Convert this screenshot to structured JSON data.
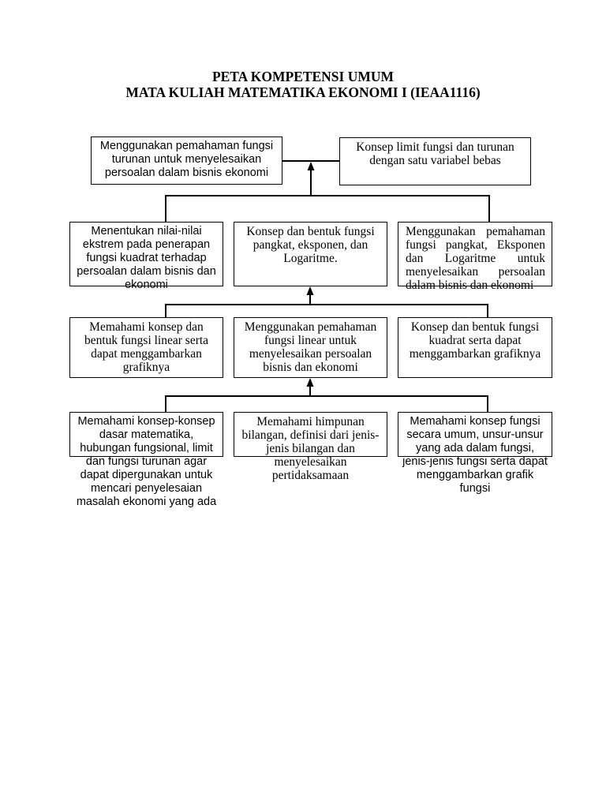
{
  "title": {
    "line1": "PETA KOMPETENSI UMUM",
    "line2": "MATA KULIAH MATEMATIKA EKONOMI I (IEAA1116)"
  },
  "rows": [
    {
      "boxes": [
        {
          "lines": [
            "Menggunakan pemahaman fungsi",
            "turunan untuk menyelesaikan",
            "persoalan dalam bisnis ekonomi"
          ]
        },
        {
          "lines": [
            "Konsep limit fungsi dan turunan",
            "dengan satu variabel bebas"
          ]
        }
      ]
    },
    {
      "boxes": [
        {
          "lines": [
            "Menentukan nilai-nilai",
            "ekstrem pada penerapan",
            "fungsi kuadrat terhadap",
            "persoalan dalam bisnis dan",
            "ekonomi"
          ]
        },
        {
          "lines": [
            "Konsep dan bentuk fungsi",
            "pangkat, eksponen, dan",
            "Logaritme."
          ]
        },
        {
          "lines": [
            "Menggunakan pemahaman",
            "fungsi pangkat, Eksponen",
            "dan Logaritme untuk",
            "menyelesaikan persoalan",
            "dalam bisnis dan ekonomi"
          ]
        }
      ]
    },
    {
      "boxes": [
        {
          "lines": [
            "Memahami konsep dan",
            "bentuk fungsi linear serta",
            "dapat menggambarkan",
            "grafiknya"
          ]
        },
        {
          "lines": [
            "Menggunakan pemahaman",
            "fungsi linear untuk",
            "menyelesaikan persoalan",
            "bisnis dan ekonomi"
          ]
        },
        {
          "lines": [
            "Konsep dan bentuk fungsi",
            "kuadrat serta dapat",
            "menggambarkan grafiknya"
          ]
        }
      ]
    },
    {
      "boxes": [
        {
          "lines": [
            "Memahami konsep-konsep",
            "dasar matematika,",
            "hubungan fungsional, limit",
            "dan fungsi turunan agar",
            "dapat dipergunakan untuk",
            "mencari penyelesaian",
            "masalah ekonomi yang ada"
          ]
        },
        {
          "lines": [
            "Memahami himpunan",
            "bilangan, definisi dari jenis-",
            "jenis bilangan dan",
            "menyelesaikan",
            "pertidaksamaan"
          ]
        },
        {
          "lines": [
            "Memahami konsep fungsi",
            "secara umum, unsur-unsur",
            "yang ada dalam fungsi,",
            "jenis-jenis fungsi serta dapat",
            "menggambarkan grafik",
            "fungsi"
          ]
        }
      ]
    }
  ],
  "colors": {
    "background": "#ffffff",
    "text": "#000000",
    "lines": "#000000"
  }
}
